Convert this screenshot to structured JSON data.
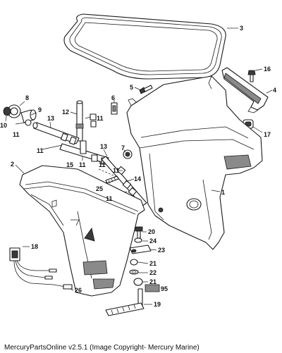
{
  "diagram": {
    "callouts": {
      "c1": "1",
      "c2": "2",
      "c3": "3",
      "c4": "4",
      "c5": "5",
      "c6": "6",
      "c7": "7",
      "c8": "8",
      "c9": "9",
      "c10": "10",
      "c11a": "11",
      "c11b": "11",
      "c11c": "11",
      "c11d": "11",
      "c11e": "11",
      "c11f": "11",
      "c11g": "11",
      "c12": "12",
      "c13a": "13",
      "c13b": "13",
      "c14": "14",
      "c15": "15",
      "c16": "16",
      "c17": "17",
      "c18": "18",
      "c19": "19",
      "c20": "20",
      "c21a": "21",
      "c21b": "21",
      "c22": "22",
      "c23": "23",
      "c24": "24",
      "c25": "25",
      "c26": "26",
      "c95": "95"
    }
  },
  "footer": {
    "copyright": "MercuryPartsOnline v2.5.1 (Image Copyright- Mercury Marine)"
  }
}
